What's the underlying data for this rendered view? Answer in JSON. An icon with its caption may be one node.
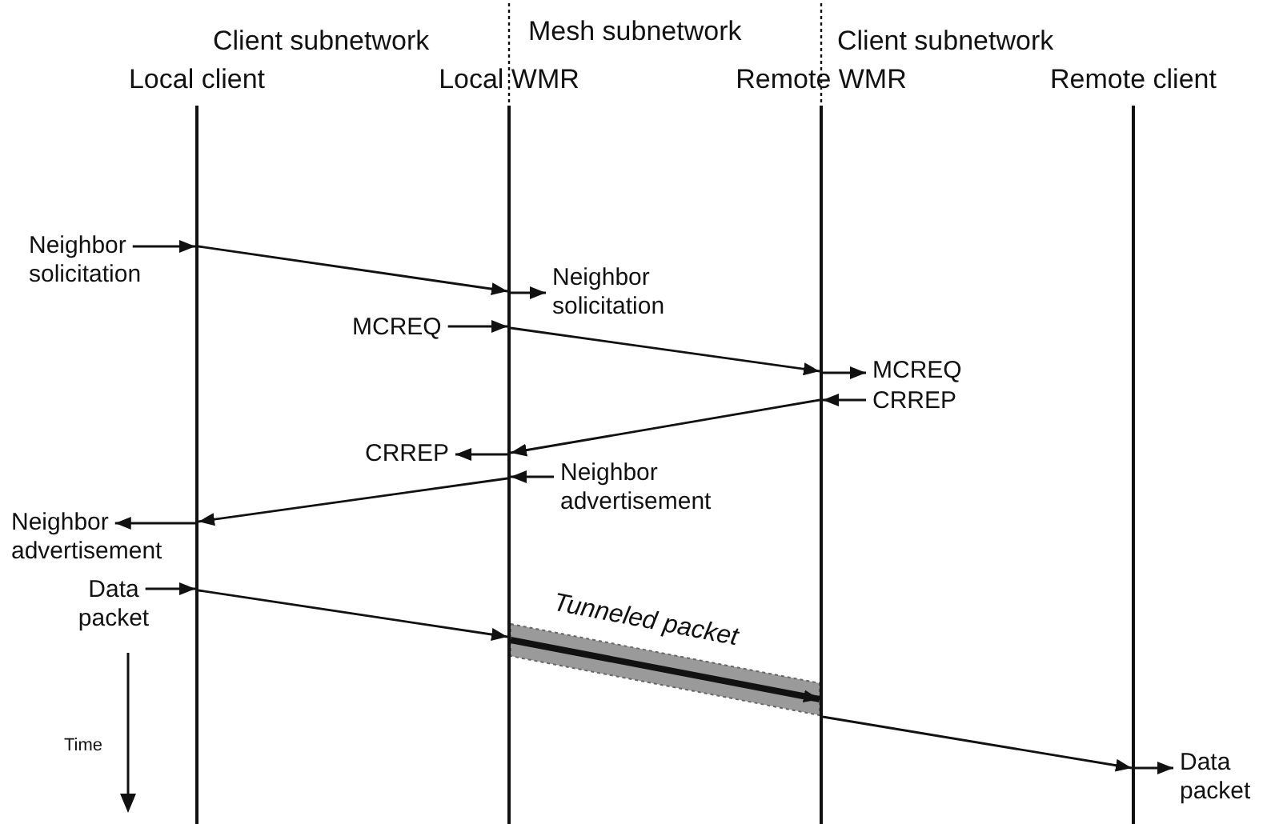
{
  "diagram": {
    "nodes": [
      {
        "text": [
          "Local client"
        ]
      },
      {
        "text": [
          "Local WMR"
        ]
      },
      {
        "text": [
          "Remote WMR"
        ]
      },
      {
        "text": [
          "Remote client"
        ]
      },
      {
        "text": [
          "Neighbor solicitation"
        ]
      },
      {
        "text": [
          "Neighbor solicitation"
        ]
      },
      {
        "text": [
          "MCREQ"
        ]
      },
      {
        "text": [
          "MCREQ"
        ]
      },
      {
        "text": [
          "CRREP"
        ]
      },
      {
        "text": [
          "CRREP"
        ]
      },
      {
        "text": [
          "Neighbor advertisement"
        ]
      },
      {
        "text": [
          "Neighbor advertisement"
        ]
      },
      {
        "text": [
          "Data packet"
        ]
      },
      {
        "text": [
          "Data packet"
        ]
      }
    ],
    "edges": [
      {
        "from": 4,
        "to": 0,
        "arrow": "to"
      },
      {
        "from": 0,
        "to": 1,
        "arrow": "to"
      },
      {
        "from": 1,
        "to": 5,
        "arrow": "to"
      },
      {
        "from": 6,
        "to": 1,
        "arrow": "to"
      },
      {
        "from": 1,
        "to": 2,
        "arrow": "to"
      },
      {
        "from": 2,
        "to": 7,
        "arrow": "to"
      },
      {
        "from": 8,
        "to": 2,
        "arrow": "to"
      },
      {
        "from": 2,
        "to": 1,
        "arrow": "to"
      },
      {
        "from": 1,
        "to": 9,
        "arrow": "to"
      },
      {
        "from": 10,
        "to": 1,
        "arrow": "to"
      },
      {
        "from": 1,
        "to": 0,
        "arrow": "to"
      },
      {
        "from": 0,
        "to": 11,
        "arrow": "to"
      },
      {
        "from": 12,
        "to": 0,
        "arrow": "to"
      },
      {
        "from": 0,
        "to": 1,
        "arrow": "to"
      },
      {
        "from": 1,
        "to": 2,
        "arrow": "to",
        "label": "Tunneled packet",
        "style": "thick"
      },
      {
        "from": 2,
        "to": 3,
        "arrow": "to"
      },
      {
        "from": 3,
        "to": 13,
        "arrow": "to"
      }
    ],
    "labels": [
      "Client subnetwork",
      "Mesh subnetwork",
      "Client subnetwork",
      "Time"
    ]
  }
}
